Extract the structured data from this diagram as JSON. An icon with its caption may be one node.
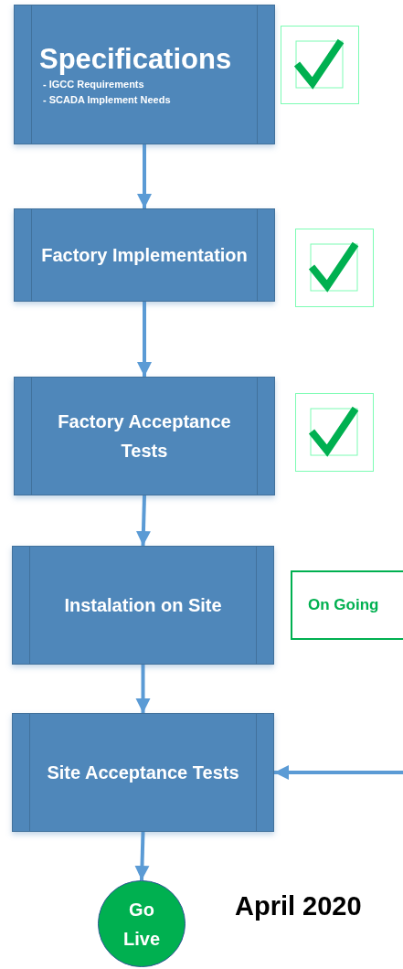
{
  "diagram": {
    "nodes": [
      {
        "text": [
          "Specifications",
          "- IGCC Requirements",
          "- SCADA Implement Needs"
        ]
      },
      {
        "text": [
          "Factory Implementation"
        ]
      },
      {
        "text": [
          "Factory Acceptance Tests"
        ]
      },
      {
        "text": [
          "Instalation on Site"
        ]
      },
      {
        "text": [
          "Site Acceptance Tests"
        ]
      },
      {
        "text": [
          "Go Live"
        ]
      },
      {
        "text": [
          "On Going"
        ]
      }
    ],
    "edges": [
      {
        "from": 0,
        "to": 1,
        "arrow": "to"
      },
      {
        "from": 1,
        "to": 2,
        "arrow": "to"
      },
      {
        "from": 2,
        "to": 3,
        "arrow": "to"
      },
      {
        "from": 3,
        "to": 4,
        "arrow": "to"
      },
      {
        "from": 4,
        "to": 5,
        "arrow": "to"
      },
      {
        "from": null,
        "to": 4,
        "arrow": "to"
      }
    ],
    "labels": [
      "April 2020"
    ]
  }
}
